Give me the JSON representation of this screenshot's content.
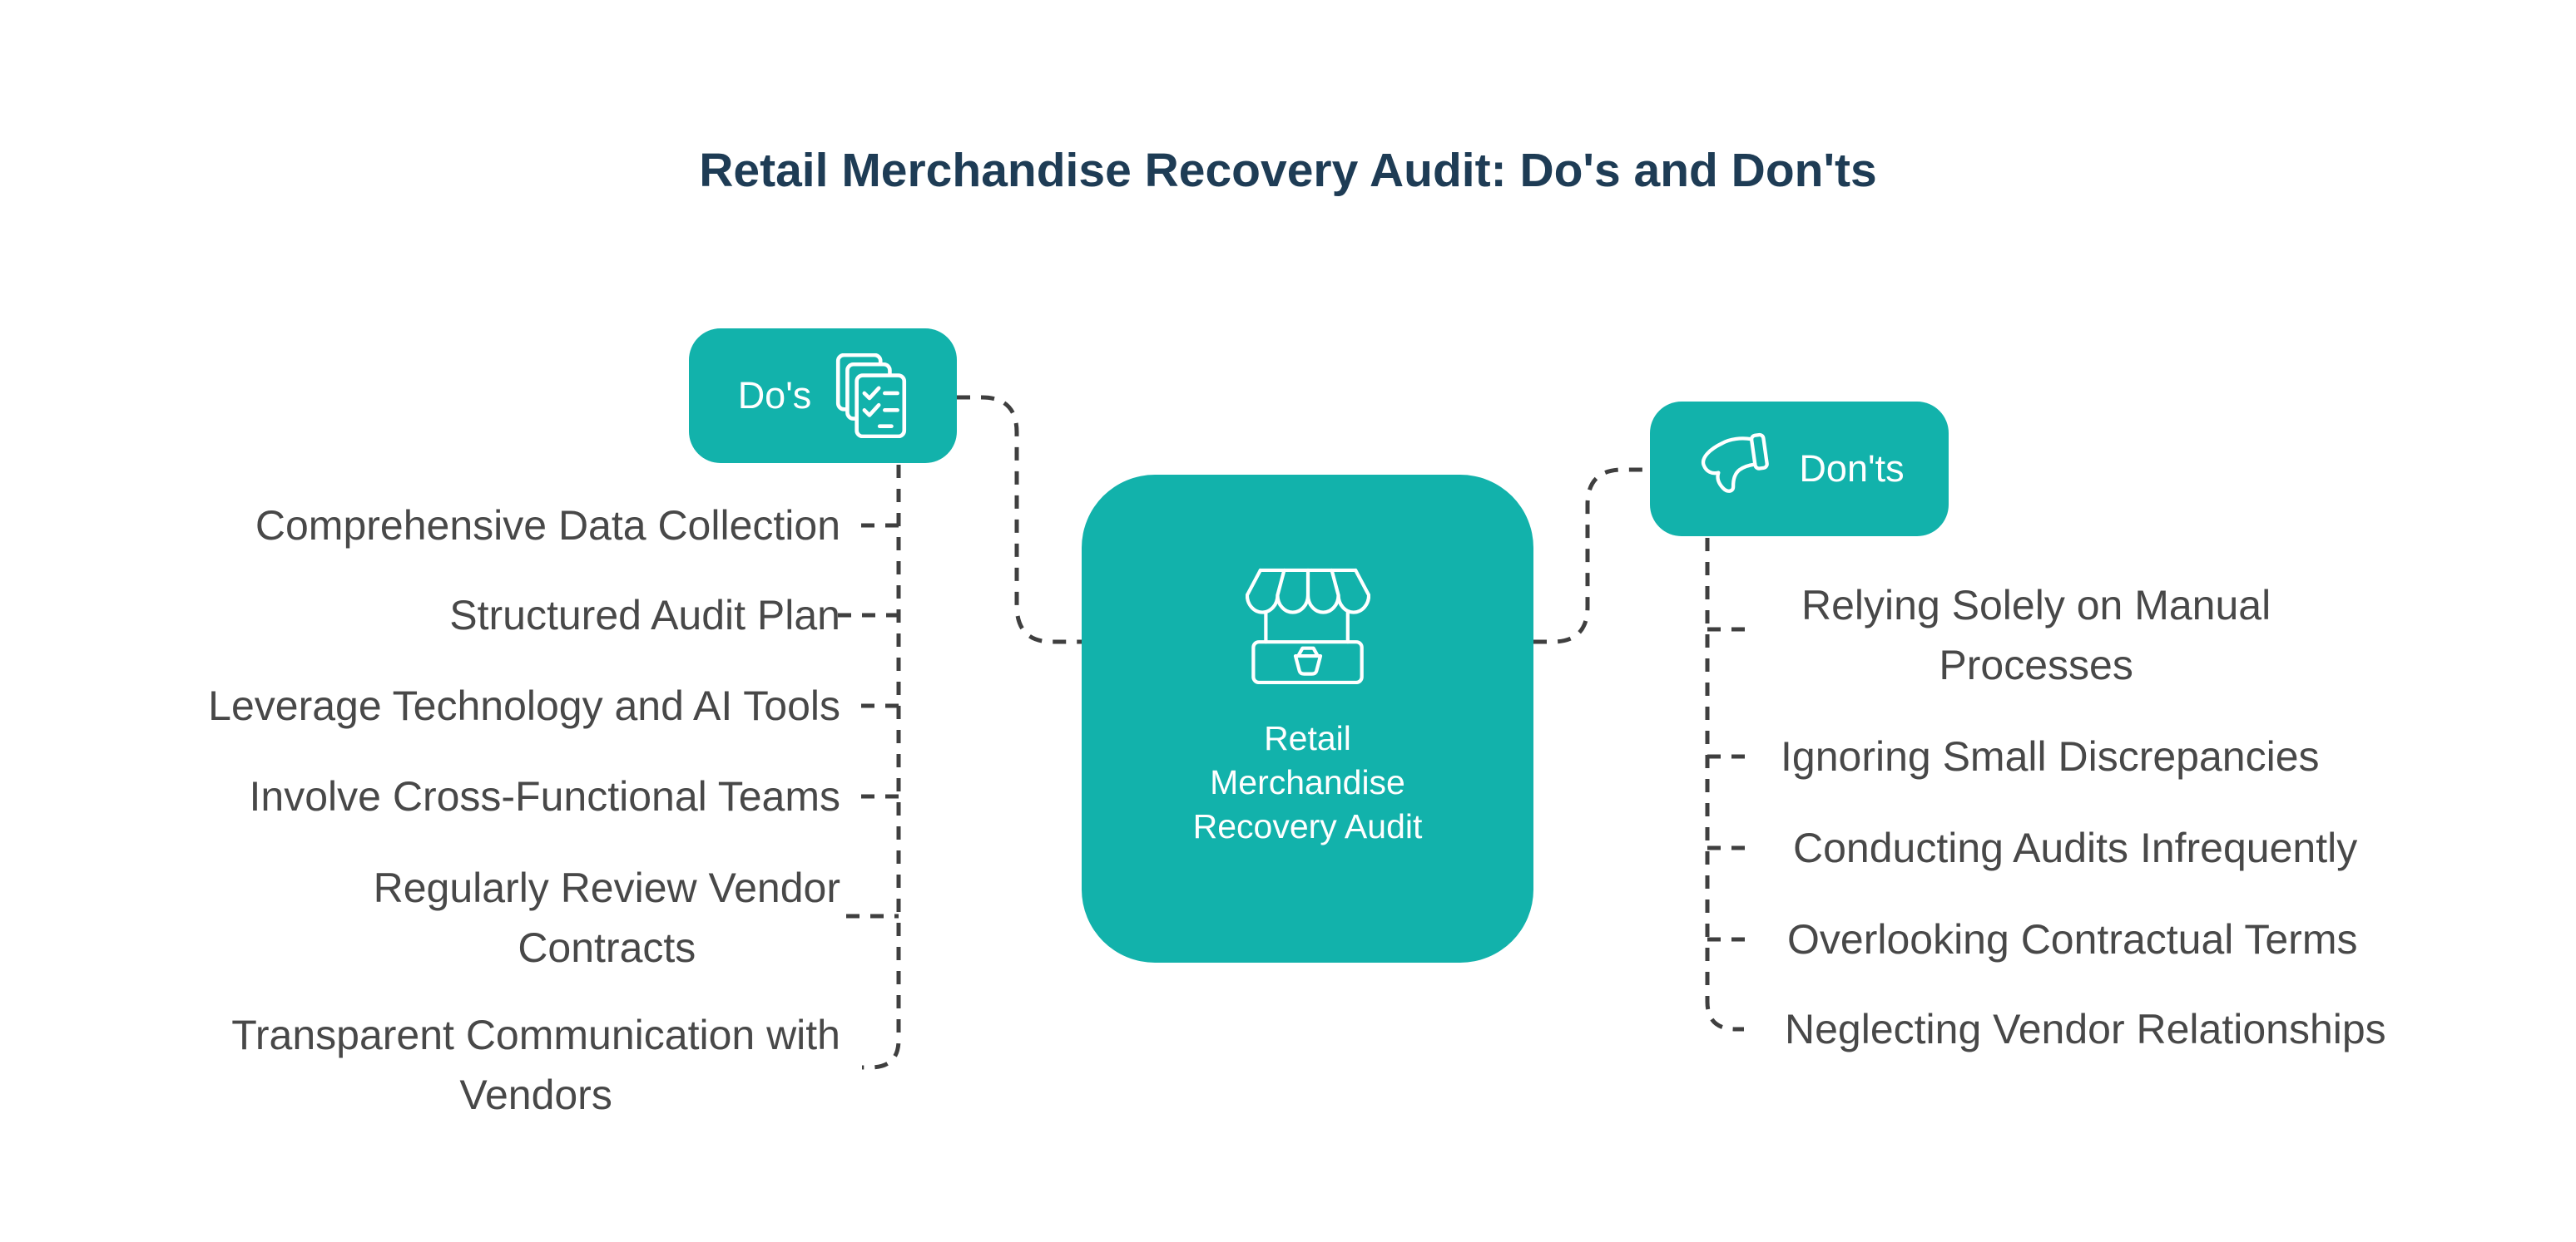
{
  "title": "Retail Merchandise Recovery Audit: Do's and Don'ts",
  "colors": {
    "teal": "#12b2ab",
    "navy": "#1e3c55",
    "text": "#484848",
    "dash": "#3f3f3f"
  },
  "center": {
    "label": "Retail\nMerchandise\nRecovery Audit",
    "icon": "storefront-icon"
  },
  "dos": {
    "label": "Do's",
    "icon": "checklist-pages-icon",
    "items": [
      "Comprehensive Data Collection",
      "Structured Audit Plan",
      "Leverage Technology and AI Tools",
      "Involve Cross-Functional Teams",
      "Regularly Review Vendor\nContracts",
      "Transparent Communication with\nVendors"
    ]
  },
  "donts": {
    "label": "Don'ts",
    "icon": "thumbs-down-icon",
    "items": [
      "Relying Solely on Manual\nProcesses",
      "Ignoring Small Discrepancies",
      "Conducting Audits Infrequently",
      "Overlooking Contractual Terms",
      "Neglecting Vendor Relationships"
    ]
  }
}
